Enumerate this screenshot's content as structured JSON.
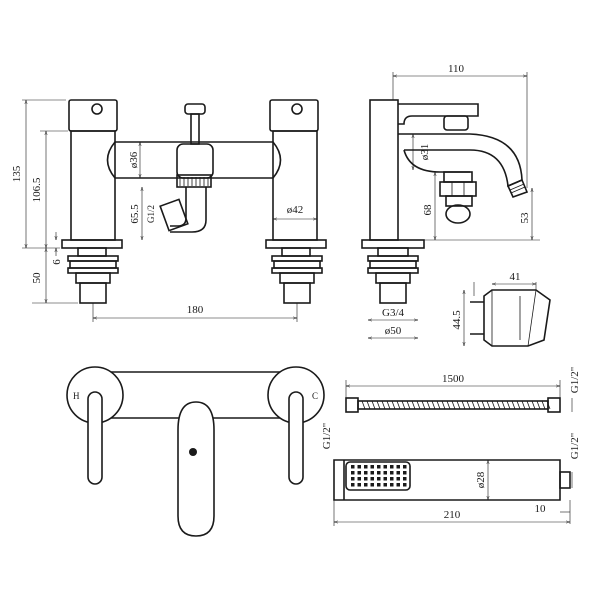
{
  "dimensions": {
    "front_height_total": "135",
    "front_height_body": "106.5",
    "front_handle_dia": "ø36",
    "spout_height": "65.5",
    "spout_thread": "G1/2",
    "leg_dia": "ø42",
    "base_gap": "6",
    "shank_length": "50",
    "centres": "180",
    "side_depth": "110",
    "side_spout_dia": "ø31",
    "side_height_a": "68",
    "side_height_b": "53",
    "side_thread": "G3/4",
    "side_base_dia": "ø50",
    "holder_width": "41",
    "holder_height": "44.5",
    "hose_length": "1500",
    "hose_thread_right": "G1/2\"",
    "hose_thread_left": "G1/2\"",
    "handset_thread": "G1/2\"",
    "handset_dia": "ø28",
    "handset_length": "210",
    "handset_end": "10"
  }
}
